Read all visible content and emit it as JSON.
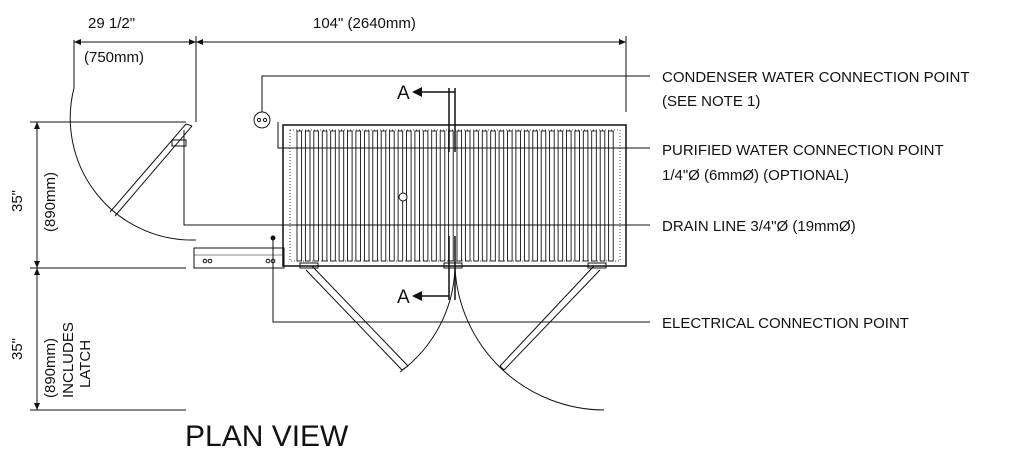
{
  "dimensions": {
    "door_width_top": "29 1/2\"",
    "door_width_top_metric": "(750mm)",
    "overall_length": "104\" (2640mm)",
    "depth": "35\"",
    "depth_metric": "(890mm)",
    "door_swing": "35\"",
    "door_swing_metric": "(890mm)",
    "door_swing_note_1": "INCLUDES",
    "door_swing_note_2": "LATCH"
  },
  "callouts": {
    "condenser_1": "CONDENSER WATER CONNECTION POINT",
    "condenser_2": "(SEE NOTE 1)",
    "purified_1": "PURIFIED WATER CONNECTION POINT",
    "purified_2": "1/4\"Ø (6mmØ) (OPTIONAL)",
    "drain": "DRAIN LINE 3/4\"Ø (19mmØ)",
    "electrical": "ELECTRICAL CONNECTION POINT"
  },
  "section_marks": {
    "top": "A",
    "bottom": "A"
  },
  "view_title": "PLAN VIEW"
}
